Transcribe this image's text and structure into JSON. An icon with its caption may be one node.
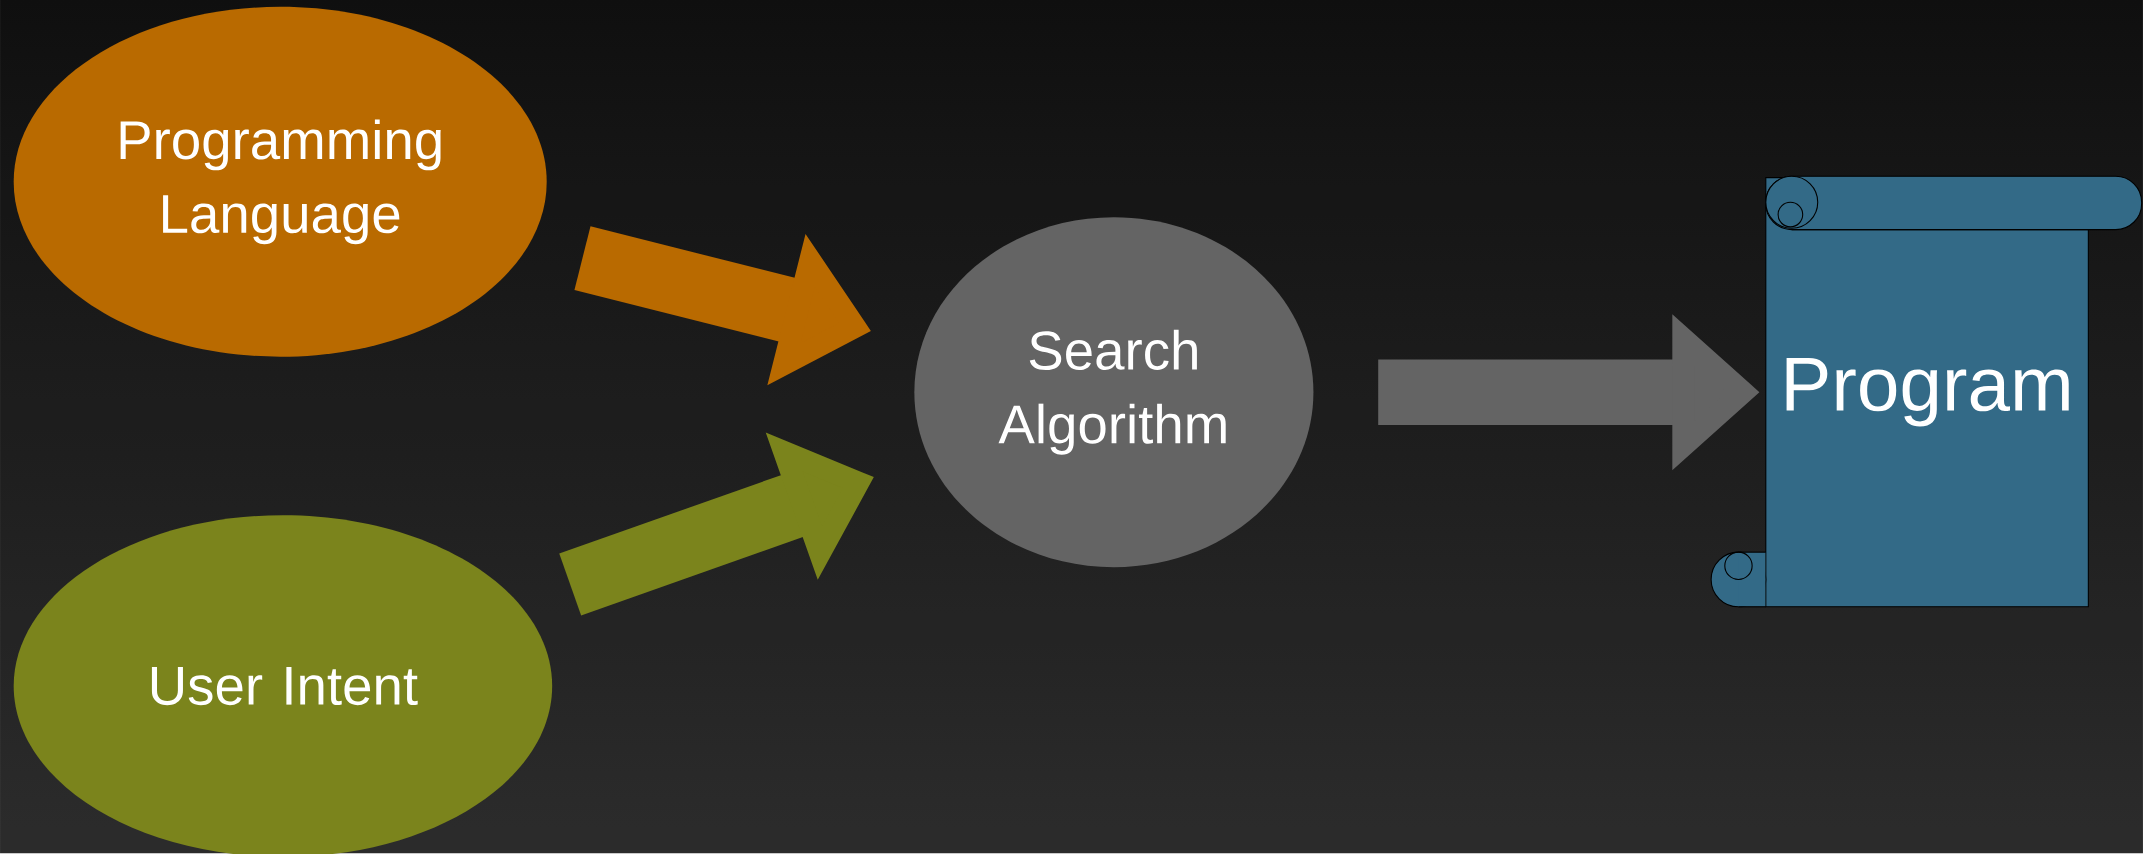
{
  "diagram": {
    "nodes": [
      {
        "text": [
          "Programming Language"
        ]
      },
      {
        "text": [
          "User Intent"
        ]
      },
      {
        "text": [
          "Search Algorithm"
        ]
      },
      {
        "text": [
          "Program"
        ]
      }
    ],
    "edges": [
      {
        "from": 0,
        "to": 2,
        "arrow": "to",
        "color": "#b96a00"
      },
      {
        "from": 1,
        "to": 2,
        "arrow": "to",
        "color": "#7b841c"
      },
      {
        "from": 2,
        "to": 3,
        "arrow": "to",
        "color": "#646464"
      }
    ]
  }
}
